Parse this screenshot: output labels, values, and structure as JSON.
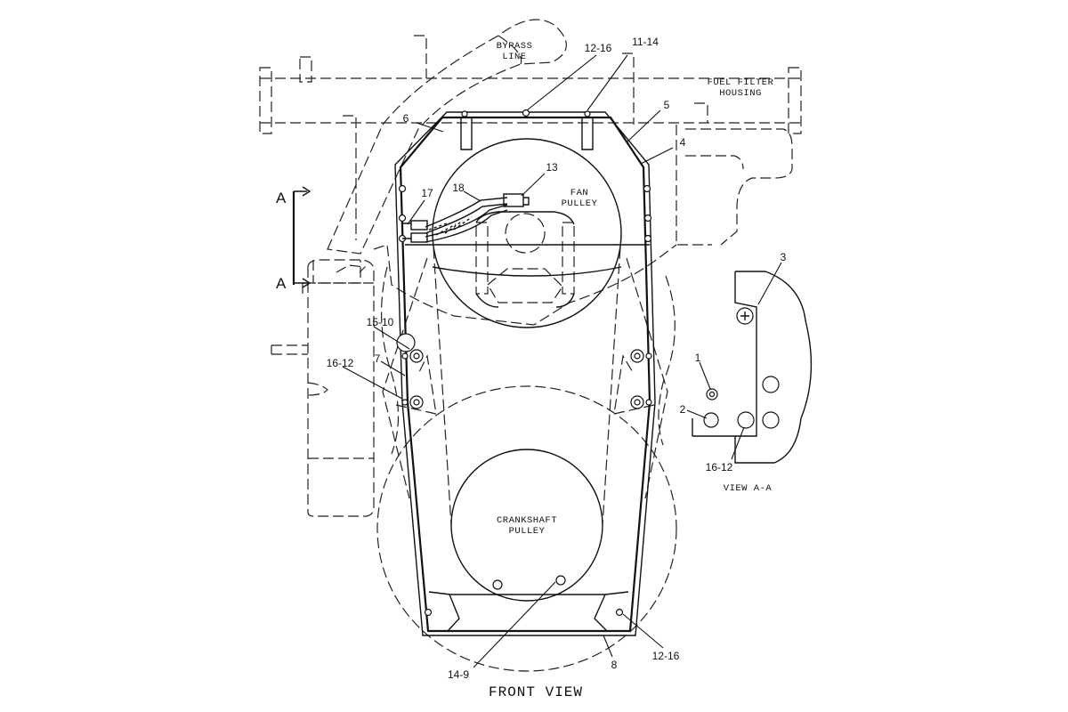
{
  "view_title": "FRONT VIEW",
  "section_view_title": "VIEW A-A",
  "section_marker": "A",
  "notes": {
    "bypass_line": [
      "BYPASS",
      "LINE"
    ],
    "fuel_filter_housing": [
      "FUEL FILTER",
      "HOUSING"
    ],
    "fan_pulley": [
      "FAN",
      "PULLEY"
    ],
    "crankshaft_pulley": [
      "CRANKSHAFT",
      "PULLEY"
    ]
  },
  "callouts": {
    "c1": "1",
    "c2": "2",
    "c3": "3",
    "c4": "4",
    "c5": "5",
    "c6": "6",
    "c7": "7",
    "c8": "8",
    "c12_16_top": "12-16",
    "c11_14": "11-14",
    "c13": "13",
    "c17": "17",
    "c18": "18",
    "c15_10": "15-10",
    "c16_12_left": "16-12",
    "c16_12_view": "16-12",
    "c14_9": "14-9",
    "c12_16_bottom": "12-16"
  }
}
